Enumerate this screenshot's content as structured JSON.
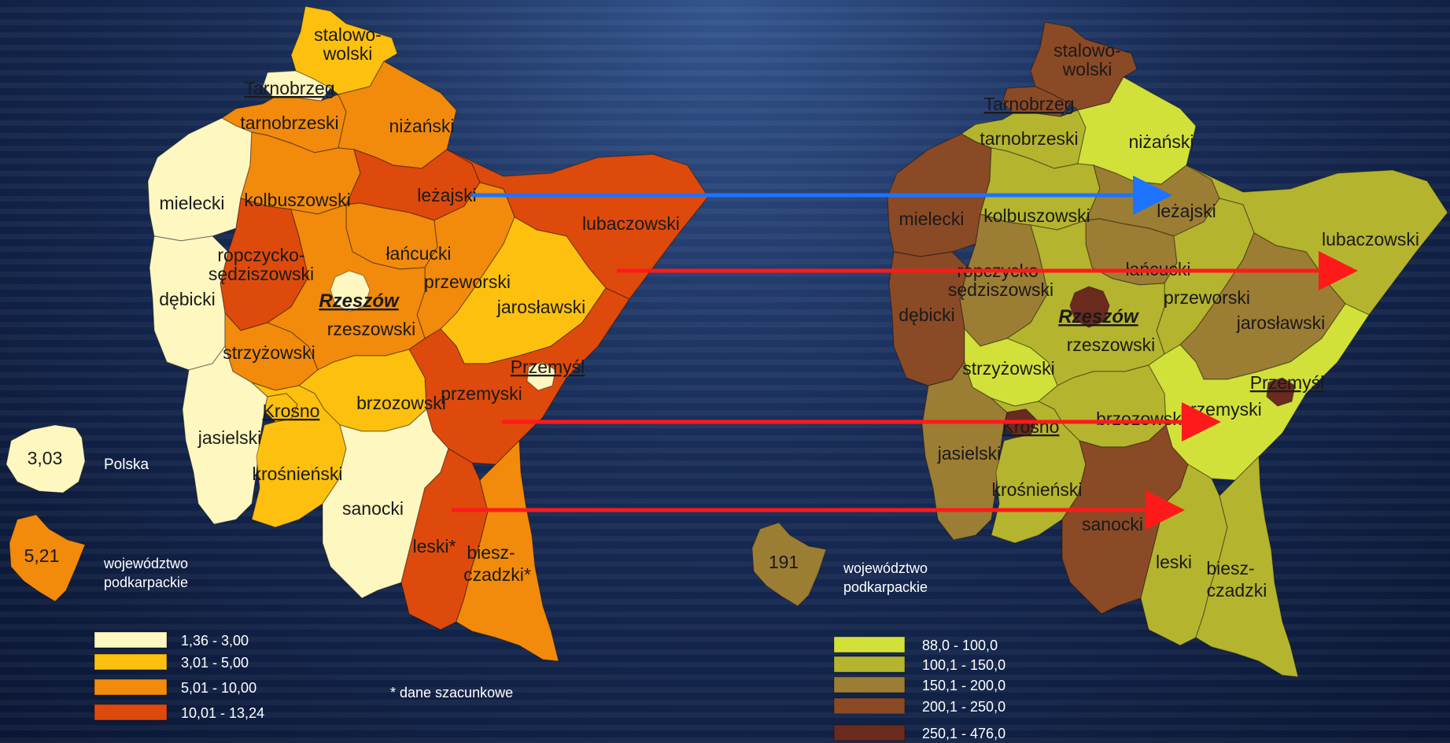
{
  "colors": {
    "unemp": [
      "#fff7c0",
      "#fdc00f",
      "#f28a0c",
      "#dd4a0c"
    ],
    "density": [
      "#d2e13a",
      "#b5b42f",
      "#9c7d34",
      "#8a4a26",
      "#6a2a1e"
    ],
    "arrow_blue": "#1e73ff",
    "arrow_red": "#ff1a1a"
  },
  "left_map": {
    "regions": [
      {
        "id": "stalowowolski",
        "label": [
          "stalowo-",
          "wolski"
        ],
        "cls": 1
      },
      {
        "id": "tarnobrzeg",
        "label": [
          "Tarnobrzeg"
        ],
        "cls": 0,
        "city": true
      },
      {
        "id": "tarnobrzeski",
        "label": [
          "tarnobrzeski"
        ],
        "cls": 2
      },
      {
        "id": "nizanski",
        "label": [
          "niżański"
        ],
        "cls": 2
      },
      {
        "id": "mielecki",
        "label": [
          "mielecki"
        ],
        "cls": 0
      },
      {
        "id": "kolbuszowski",
        "label": [
          "kolbuszowski"
        ],
        "cls": 2
      },
      {
        "id": "lezajski",
        "label": [
          "leżajski"
        ],
        "cls": 3
      },
      {
        "id": "lubaczowski",
        "label": [
          "lubaczowski"
        ],
        "cls": 3
      },
      {
        "id": "ropczycko",
        "label": [
          "ropczycko-",
          "sędziszowski"
        ],
        "cls": 3
      },
      {
        "id": "lancucki",
        "label": [
          "łańcucki"
        ],
        "cls": 2
      },
      {
        "id": "przeworski",
        "label": [
          "przeworski"
        ],
        "cls": 2
      },
      {
        "id": "jaroslawski",
        "label": [
          "jarosławski"
        ],
        "cls": 1
      },
      {
        "id": "debicki",
        "label": [
          "dębicki"
        ],
        "cls": 0
      },
      {
        "id": "rzeszow",
        "label": [
          "Rzeszów"
        ],
        "cls": 0,
        "capital": true
      },
      {
        "id": "rzeszowski",
        "label": [
          "rzeszowski"
        ],
        "cls": 2
      },
      {
        "id": "strzyzowski",
        "label": [
          "strzyżowski"
        ],
        "cls": 2
      },
      {
        "id": "przemysl",
        "label": [
          "Przemyśl"
        ],
        "cls": 0,
        "city": true
      },
      {
        "id": "przemyski",
        "label": [
          "przemyski"
        ],
        "cls": 3
      },
      {
        "id": "krosno",
        "label": [
          "Krosno"
        ],
        "cls": 1,
        "city": true
      },
      {
        "id": "brzozowski",
        "label": [
          "brzozowski"
        ],
        "cls": 1
      },
      {
        "id": "jasielski",
        "label": [
          "jasielski"
        ],
        "cls": 0
      },
      {
        "id": "krosnienski",
        "label": [
          "krośnieński"
        ],
        "cls": 1
      },
      {
        "id": "sanocki",
        "label": [
          "sanocki"
        ],
        "cls": 0
      },
      {
        "id": "leski",
        "label": [
          "leski*"
        ],
        "cls": 3
      },
      {
        "id": "bieszczadzki",
        "label": [
          "biesz-",
          "czadzki*"
        ],
        "cls": 2
      }
    ],
    "poland_value": "3,03",
    "poland_label": "Polska",
    "voiv_value": "5,21",
    "voiv_label": [
      "województwo",
      "podkarpackie"
    ],
    "legend": [
      "1,36 -   3,00",
      "3,01 -   5,00",
      "5,01 - 10,00",
      "10,01 - 13,24"
    ],
    "footnote": "* dane szacunkowe"
  },
  "right_map": {
    "regions": [
      {
        "id": "stalowowolski",
        "label": [
          "stalowo-",
          "wolski"
        ],
        "cls": 3
      },
      {
        "id": "tarnobrzeg",
        "label": [
          "Tarnobrzeg"
        ],
        "cls": 3,
        "city": true
      },
      {
        "id": "tarnobrzeski",
        "label": [
          "tarnobrzeski"
        ],
        "cls": 1
      },
      {
        "id": "nizanski",
        "label": [
          "niżański"
        ],
        "cls": 0
      },
      {
        "id": "mielecki",
        "label": [
          "mielecki"
        ],
        "cls": 3
      },
      {
        "id": "kolbuszowski",
        "label": [
          "kolbuszowski"
        ],
        "cls": 1
      },
      {
        "id": "lezajski",
        "label": [
          "leżajski"
        ],
        "cls": 2
      },
      {
        "id": "lubaczowski",
        "label": [
          "lubaczowski"
        ],
        "cls": 1
      },
      {
        "id": "ropczycko",
        "label": [
          "ropczycko-",
          "sędziszowski"
        ],
        "cls": 2
      },
      {
        "id": "lancucki",
        "label": [
          "łańcucki"
        ],
        "cls": 2
      },
      {
        "id": "przeworski",
        "label": [
          "przeworski"
        ],
        "cls": 1
      },
      {
        "id": "jaroslawski",
        "label": [
          "jarosławski"
        ],
        "cls": 2
      },
      {
        "id": "debicki",
        "label": [
          "dębicki"
        ],
        "cls": 3
      },
      {
        "id": "rzeszow",
        "label": [
          "Rzeszów"
        ],
        "cls": 4,
        "capital": true
      },
      {
        "id": "rzeszowski",
        "label": [
          "rzeszowski"
        ],
        "cls": 1
      },
      {
        "id": "strzyzowski",
        "label": [
          "strzyżowski"
        ],
        "cls": 0
      },
      {
        "id": "przemysl",
        "label": [
          "Przemyśl"
        ],
        "cls": 4,
        "city": true
      },
      {
        "id": "przemyski",
        "label": [
          "przemyski"
        ],
        "cls": 0
      },
      {
        "id": "krosno",
        "label": [
          "Krosno"
        ],
        "cls": 4,
        "city": true
      },
      {
        "id": "brzozowski",
        "label": [
          "brzozowski"
        ],
        "cls": 1
      },
      {
        "id": "jasielski",
        "label": [
          "jasielski"
        ],
        "cls": 2
      },
      {
        "id": "krosnienski",
        "label": [
          "krośnieński"
        ],
        "cls": 1
      },
      {
        "id": "sanocki",
        "label": [
          "sanocki"
        ],
        "cls": 3
      },
      {
        "id": "leski",
        "label": [
          "leski"
        ],
        "cls": 1
      },
      {
        "id": "bieszczadzki",
        "label": [
          "biesz-",
          "czadzki"
        ],
        "cls": 1
      }
    ],
    "voiv_value": "191",
    "voiv_label": [
      "województwo",
      "podkarpackie"
    ],
    "legend": [
      "88,0 - 100,0",
      "100,1 - 150,0",
      "150,1 - 200,0",
      "200,1 - 250,0",
      "250,1 - 476,0"
    ]
  }
}
